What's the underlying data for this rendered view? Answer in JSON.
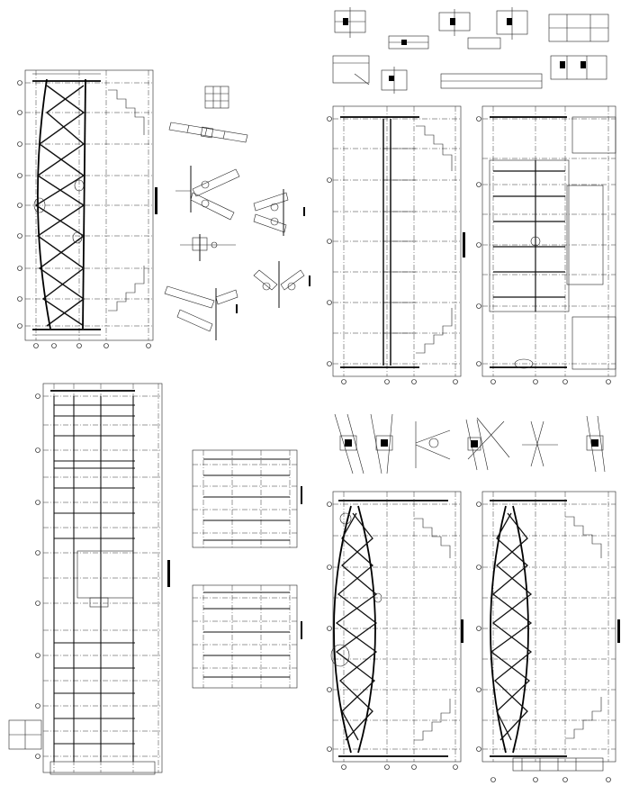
{
  "sheet": {
    "background": "#ffffff",
    "ink": "#000000"
  },
  "panels": [
    {
      "id": "truss-elevation-left",
      "kind": "arched truss elevation"
    },
    {
      "id": "joint-details-left",
      "kind": "connection details"
    },
    {
      "id": "top-detail-strip",
      "kind": "connection details"
    },
    {
      "id": "plan-upper-left",
      "kind": "framing plan"
    },
    {
      "id": "plan-upper-right",
      "kind": "framing plan"
    },
    {
      "id": "grid-plan-long",
      "kind": "framing plan"
    },
    {
      "id": "small-plan-a",
      "kind": "framing plan"
    },
    {
      "id": "small-plan-b",
      "kind": "framing plan"
    },
    {
      "id": "node-details-row",
      "kind": "connection details"
    },
    {
      "id": "truss-elevation-lower-a",
      "kind": "lens truss elevation"
    },
    {
      "id": "truss-elevation-lower-b",
      "kind": "lens truss elevation"
    }
  ]
}
